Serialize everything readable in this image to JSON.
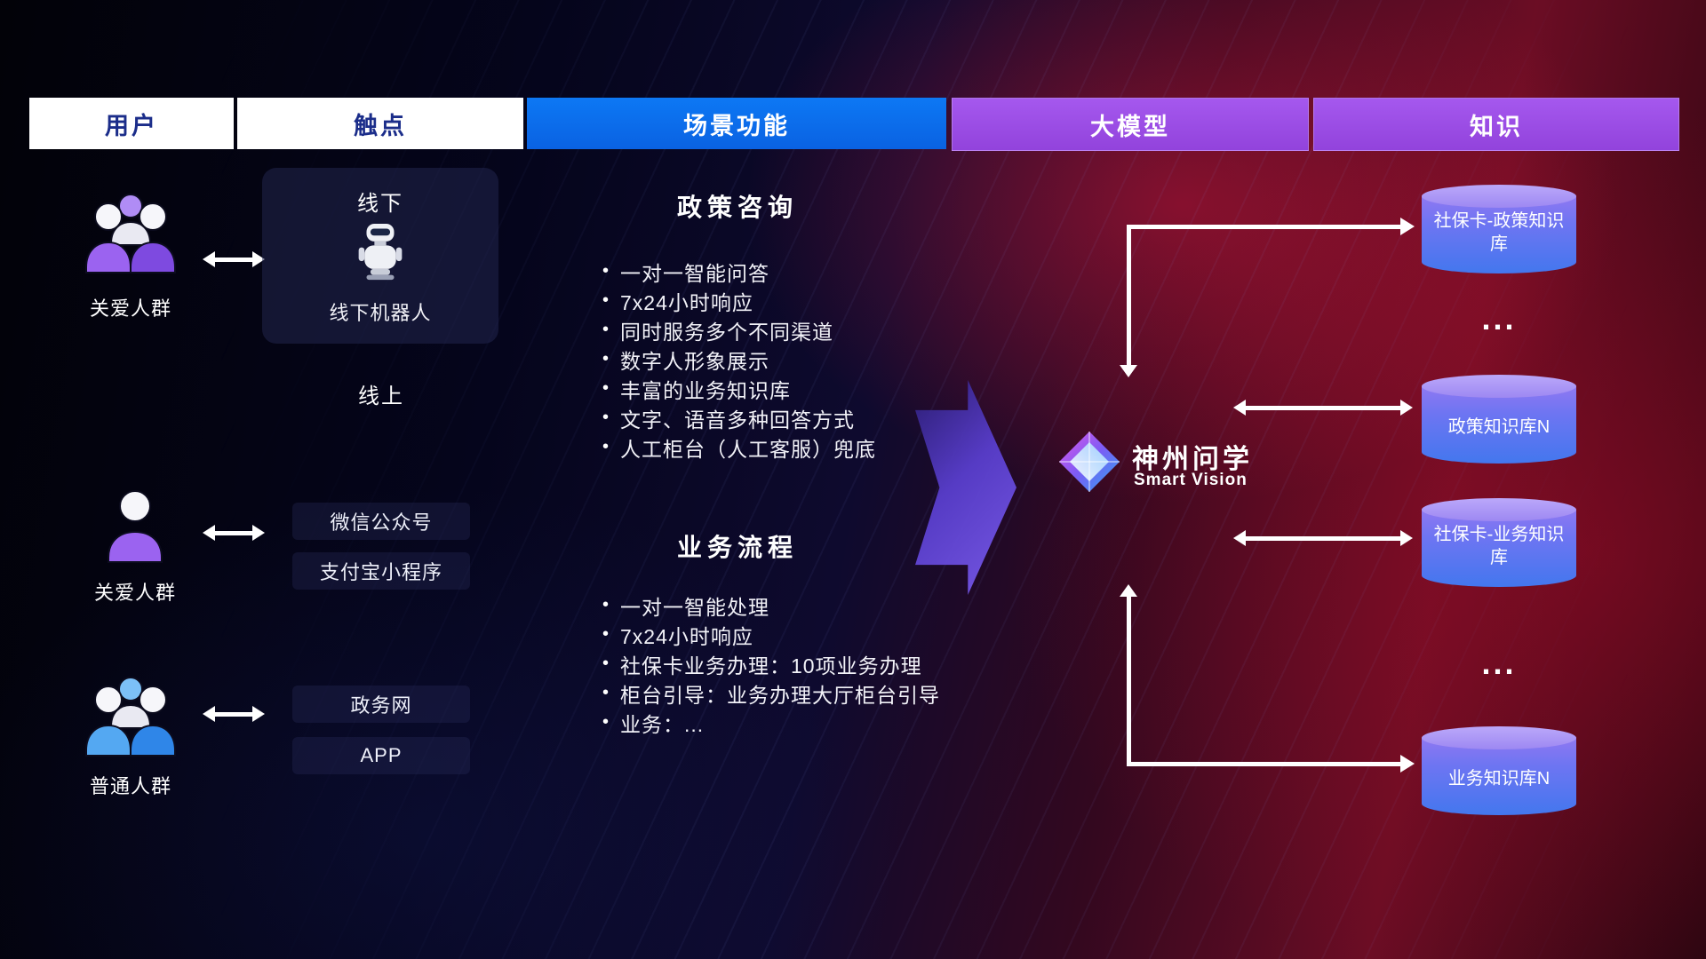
{
  "header": {
    "col_user": "用户",
    "col_touchpoint": "触点",
    "col_scenario": "场景功能",
    "col_model": "大模型",
    "col_knowledge": "知识"
  },
  "users": {
    "group1_label": "关爱人群",
    "group2_label": "关爱人群",
    "group3_label": "普通人群"
  },
  "touchpoints": {
    "offline_title": "线下",
    "offline_robot": "线下机器人",
    "online_title": "线上",
    "wechat": "微信公众号",
    "alipay": "支付宝小程序",
    "gov_web": "政务网",
    "app": "APP"
  },
  "scenarios": {
    "policy": {
      "title": "政策咨询",
      "items": [
        "一对一智能问答",
        "7x24小时响应",
        "同时服务多个不同渠道",
        "数字人形象展示",
        "丰富的业务知识库",
        "文字、语音多种回答方式",
        "人工柜台（人工客服）兜底"
      ]
    },
    "business": {
      "title": "业务流程",
      "items": [
        "一对一智能处理",
        "7x24小时响应",
        "社保卡业务办理：10项业务办理",
        "柜台引导：业务办理大厅柜台引导",
        "业务：..."
      ]
    }
  },
  "model": {
    "name": "神州问学",
    "subtitle": "Smart Vision"
  },
  "knowledge": {
    "db1": "社保卡-政策知识库",
    "dots1": "...",
    "db2": "政策知识库N",
    "db3": "社保卡-业务知识库",
    "dots2": "...",
    "db4": "业务知识库N"
  },
  "colors": {
    "header_blue": "#0a6cee",
    "header_purple": "#9d4fe8",
    "header_text_navy": "#1b2d8a",
    "accent_purple": "#9b63f0",
    "accent_blue": "#54a8f2",
    "arrow_white": "#ffffff"
  }
}
